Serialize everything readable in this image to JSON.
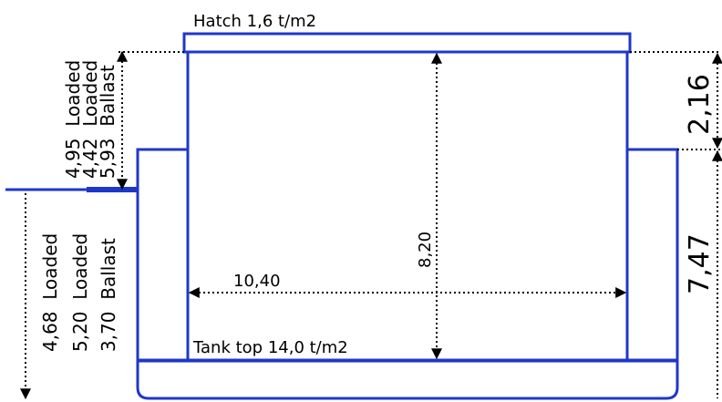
{
  "hatch_label": "Hatch 1,6 t/m2",
  "tank_top_label": "Tank top 14,0 t/m2",
  "hold_width": "10,40",
  "hold_height": "8,20",
  "upper_right_dim": "2,16",
  "lower_right_dim": "7,47",
  "upper_drafts": [
    "4,95  Loaded",
    "4,42  Loaded",
    "5,93  Ballast"
  ],
  "lower_drafts": [
    "4,68  Loaded",
    "5,20  Loaded",
    "3,70  Ballast"
  ],
  "colors": {
    "hull": "#1f37c9",
    "dimension": "#000000"
  }
}
